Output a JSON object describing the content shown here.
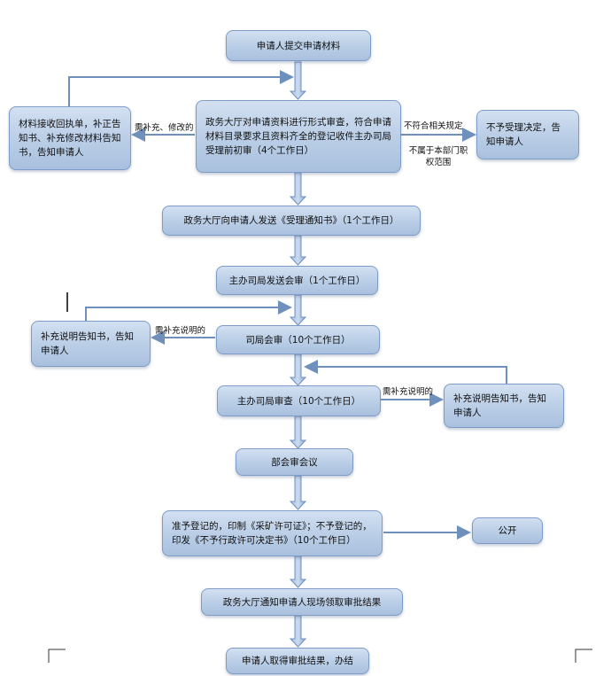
{
  "nodes": {
    "submit": "申请人提交申请材料",
    "formal_review": "政务大厅对申请资料进行形式审查，符合申请材料目录要求且资料齐全的登记收件主办司局受理前初审（4个工作日）",
    "supplement_left": "材料接收回执单，补正告知书、补充修改材料告知书，告知申请人",
    "reject": "不予受理决定，告知申请人",
    "accept_notice": "政务大厅向申请人发送《受理通知书》（1个工作日）",
    "send_review": "主办司局发送会审（1个工作日）",
    "joint_review": "司局会审（10个工作日）",
    "supplement_mid": "补充说明告知书，告知申请人",
    "main_review": "主办司局审查（10个工作日）",
    "supplement_right": "补充说明告知书，告知申请人",
    "ministry_meeting": "部会审会议",
    "decision": "准予登记的，印制《采矿许可证》；不予登记的，印发《不予行政许可决定书》（10个工作日）",
    "publish": "公开",
    "notify_pickup": "政务大厅通知申请人现场领取审批结果",
    "finish": "申请人取得审批结果，办结"
  },
  "edge_labels": {
    "need_fix": "需补充、修改的",
    "not_comply": "不符合相关规定",
    "not_in_scope": "不属于本部门职权范围",
    "need_explain_mid": "需补充说明的",
    "need_explain_right": "需补充说明的"
  }
}
